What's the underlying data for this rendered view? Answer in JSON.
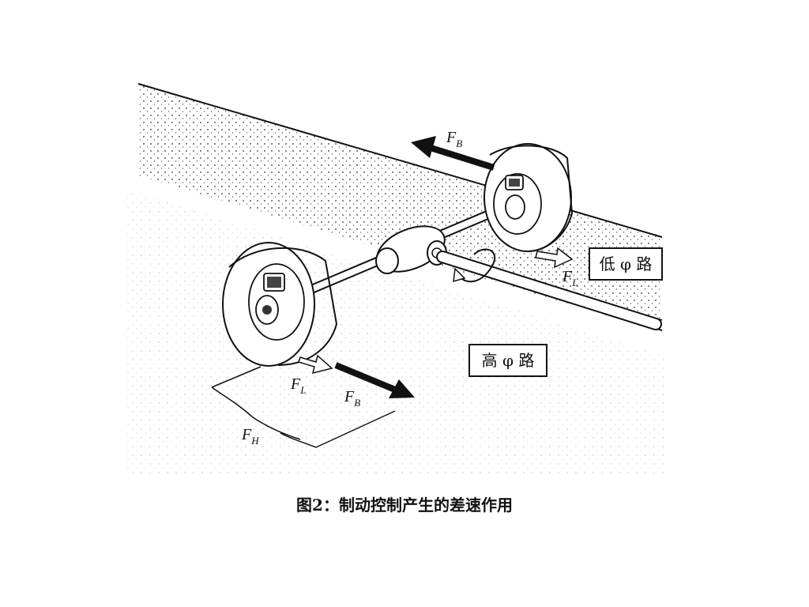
{
  "diagram": {
    "labels": {
      "fb_top": "B",
      "fl_top": "L",
      "fl_bottom": "L",
      "fb_bottom": "B",
      "fh": "H",
      "force_symbol": "F"
    },
    "boxes": {
      "low_mu_road": "低 φ 路",
      "high_mu_road": "高 φ 路"
    }
  },
  "caption": "图2：制动控制产生的差速作用"
}
